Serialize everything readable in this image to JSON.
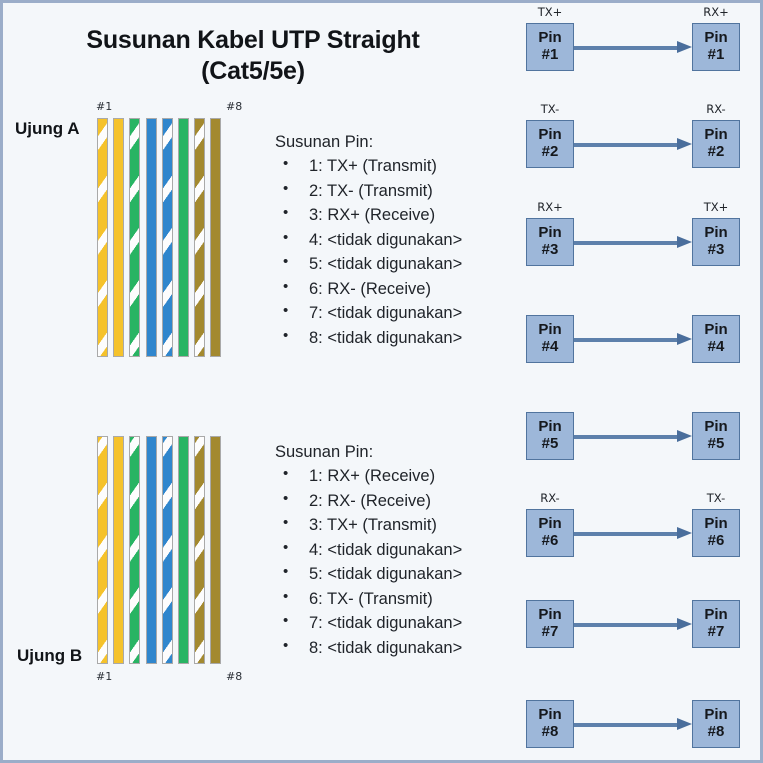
{
  "title": {
    "line1": "Susunan Kabel UTP Straight",
    "line2": "(Cat5/5e)"
  },
  "colors": {
    "background": "#f4f7fa",
    "border": "#9badc9",
    "pin_box_fill": "#9db7d9",
    "pin_box_border": "#51749e",
    "arrow": "#5d80ab",
    "orange": "#f5c22b",
    "green": "#28b463",
    "blue": "#2f86cd",
    "brown": "#a3892f"
  },
  "ends": {
    "a": {
      "label": "Ujung A",
      "tick_first": "#1",
      "tick_last": "#8"
    },
    "b": {
      "label": "Ujung B",
      "tick_first": "#1",
      "tick_last": "#8"
    }
  },
  "wires": [
    {
      "name": "orange-white-striped",
      "color": "#f5c22b",
      "striped": true
    },
    {
      "name": "orange-solid",
      "color": "#f5c22b",
      "striped": false
    },
    {
      "name": "green-white-striped",
      "color": "#28b463",
      "striped": true
    },
    {
      "name": "blue-solid",
      "color": "#2f86cd",
      "striped": false
    },
    {
      "name": "blue-white-striped",
      "color": "#2f86cd",
      "striped": true
    },
    {
      "name": "green-solid",
      "color": "#28b463",
      "striped": false
    },
    {
      "name": "brown-white-striped",
      "color": "#a3892f",
      "striped": true
    },
    {
      "name": "brown-solid",
      "color": "#a3892f",
      "striped": false
    }
  ],
  "pinlist_a": {
    "heading": "Susunan Pin:",
    "items": [
      "1: TX+ (Transmit)",
      "2: TX- (Transmit)",
      "3: RX+ (Receive)",
      "4: <tidak digunakan>",
      "5: <tidak digunakan>",
      "6: RX- (Receive)",
      "7: <tidak digunakan>",
      "8: <tidak digunakan>"
    ]
  },
  "pinlist_b": {
    "heading": "Susunan Pin:",
    "items": [
      "1: RX+ (Receive)",
      "2: RX- (Receive)",
      "3: TX+ (Transmit)",
      "4: <tidak digunakan>",
      "5: <tidak digunakan>",
      "6: TX- (Transmit)",
      "7: <tidak digunakan>",
      "8: <tidak digunakan>"
    ]
  },
  "pinmap": {
    "rows": [
      {
        "left_label": "Pin",
        "left_num": "#1",
        "right_label": "Pin",
        "right_num": "#1",
        "left_sig": "TX+",
        "right_sig": "RX+"
      },
      {
        "left_label": "Pin",
        "left_num": "#2",
        "right_label": "Pin",
        "right_num": "#2",
        "left_sig": "TX-",
        "right_sig": "RX-"
      },
      {
        "left_label": "Pin",
        "left_num": "#3",
        "right_label": "Pin",
        "right_num": "#3",
        "left_sig": "RX+",
        "right_sig": "TX+"
      },
      {
        "left_label": "Pin",
        "left_num": "#4",
        "right_label": "Pin",
        "right_num": "#4",
        "left_sig": "",
        "right_sig": ""
      },
      {
        "left_label": "Pin",
        "left_num": "#5",
        "right_label": "Pin",
        "right_num": "#5",
        "left_sig": "",
        "right_sig": ""
      },
      {
        "left_label": "Pin",
        "left_num": "#6",
        "right_label": "Pin",
        "right_num": "#6",
        "left_sig": "RX-",
        "right_sig": "TX-"
      },
      {
        "left_label": "Pin",
        "left_num": "#7",
        "right_label": "Pin",
        "right_num": "#7",
        "left_sig": "",
        "right_sig": ""
      },
      {
        "left_label": "Pin",
        "left_num": "#8",
        "right_label": "Pin",
        "right_num": "#8",
        "left_sig": "",
        "right_sig": ""
      }
    ]
  }
}
